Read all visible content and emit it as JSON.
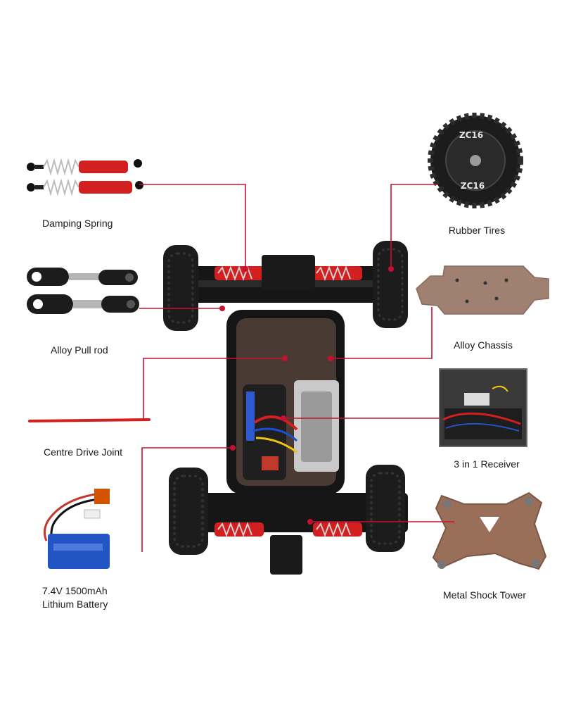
{
  "parts": {
    "damping_spring": "Damping Spring",
    "alloy_pull_rod": "Alloy Pull rod",
    "centre_drive_joint": "Centre Drive Joint",
    "battery_line1": "7.4V 1500mAh",
    "battery_line2": "Lithium Battery",
    "rubber_tires": "Rubber Tires",
    "alloy_chassis": "Alloy Chassis",
    "receiver": "3 in 1 Receiver",
    "metal_shock_tower": "Metal Shock Tower"
  },
  "tire_branding": "ZC16",
  "colors": {
    "callout_line": "#c8102e",
    "anodized_red": "#d21f1f",
    "chassis_black": "#151515",
    "tire_black": "#1c1c1c",
    "metal_copper": "#9a6f5a",
    "battery_blue": "#2354c4"
  }
}
